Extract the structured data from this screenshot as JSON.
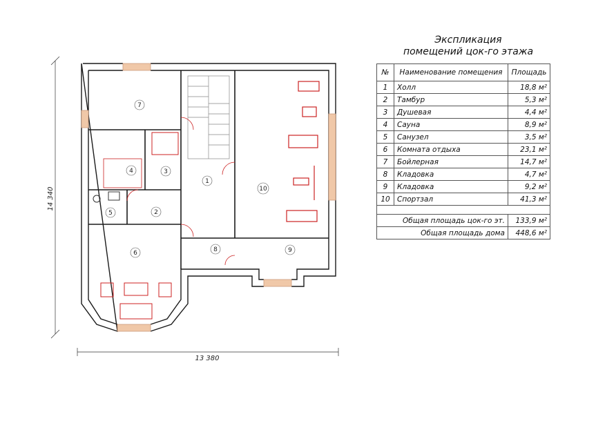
{
  "title": {
    "line1": "Экспликация",
    "line2": "помещений цок-го этажа"
  },
  "table": {
    "headers": {
      "no": "№",
      "name": "Наименование помещения",
      "area": "Площадь"
    },
    "rows": [
      {
        "no": "1",
        "name": "Холл",
        "area": "18,8 м²"
      },
      {
        "no": "2",
        "name": "Тамбур",
        "area": "5,3 м²"
      },
      {
        "no": "3",
        "name": "Душевая",
        "area": "4,4 м²"
      },
      {
        "no": "4",
        "name": "Сауна",
        "area": "8,9 м²"
      },
      {
        "no": "5",
        "name": "Санузел",
        "area": "3,5 м²"
      },
      {
        "no": "6",
        "name": "Комната отдыха",
        "area": "23,1 м²"
      },
      {
        "no": "7",
        "name": "Бойлерная",
        "area": "14,7 м²"
      },
      {
        "no": "8",
        "name": "Кладовка",
        "area": "4,7 м²"
      },
      {
        "no": "9",
        "name": "Кладовка",
        "area": "9,2 м²"
      },
      {
        "no": "10",
        "name": "Спортзал",
        "area": "41,3 м²"
      }
    ],
    "totals": [
      {
        "label": "Общая площадь цок-го эт.",
        "value": "133,9 м²"
      },
      {
        "label": "Общая площадь дома",
        "value": "448,6 м²"
      }
    ]
  },
  "plan": {
    "dim_width": "13 380",
    "dim_height": "14 340",
    "room_labels": [
      "1",
      "2",
      "3",
      "4",
      "5",
      "6",
      "7",
      "8",
      "9",
      "10"
    ]
  },
  "colors": {
    "wall": "#1a1a1a",
    "furniture": "#cc2222",
    "window": "#f0c8a8"
  }
}
